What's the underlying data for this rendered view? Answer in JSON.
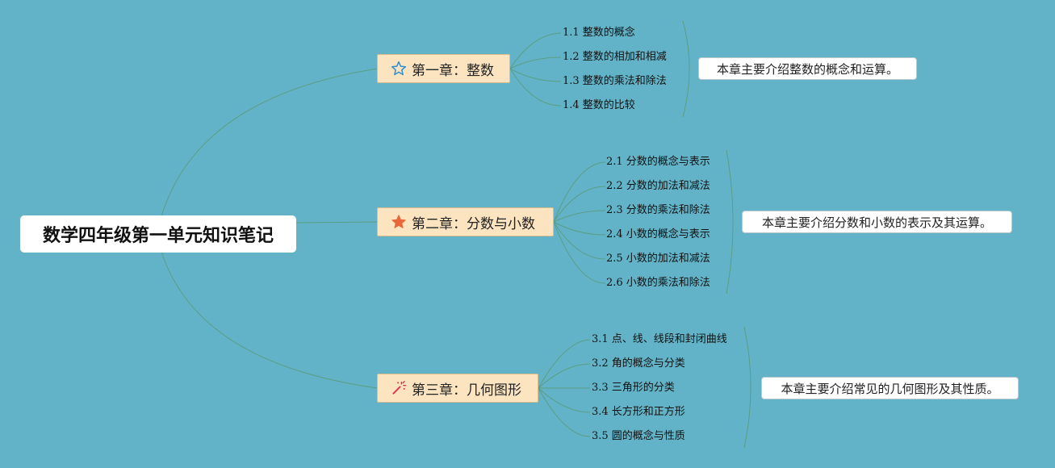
{
  "root": {
    "title": "数学四年级第一单元知识笔记"
  },
  "chapters": [
    {
      "title": "第一章：整数",
      "icon": "star-outline-icon",
      "topics": [
        "1.1 整数的概念",
        "1.2 整数的相加和相减",
        "1.3 整数的乘法和除法",
        "1.4 整数的比较"
      ],
      "summary": "本章主要介绍整数的概念和运算。"
    },
    {
      "title": "第二章：分数与小数",
      "icon": "star-filled-icon",
      "topics": [
        "2.1 分数的概念与表示",
        "2.2 分数的加法和减法",
        "2.3 分数的乘法和除法",
        "2.4 小数的概念与表示",
        "2.5 小数的加法和减法",
        "2.6 小数的乘法和除法"
      ],
      "summary": "本章主要介绍分数和小数的表示及其运算。"
    },
    {
      "title": "第三章：几何图形",
      "icon": "magic-wand-icon",
      "topics": [
        "3.1 点、线、线段和封闭曲线",
        "3.2 角的概念与分类",
        "3.3 三角形的分类",
        "3.4 长方形和正方形",
        "3.5 圆的概念与性质"
      ],
      "summary": "本章主要介绍常见的几何图形及其性质。"
    }
  ],
  "colors": {
    "background": "#62b3c7",
    "edge": "#5a9e86",
    "chapter_fill": "#fbe4bf",
    "star_outline": "#2f8fd1",
    "star_filled": "#e8663a",
    "wand": "#e0304f"
  }
}
